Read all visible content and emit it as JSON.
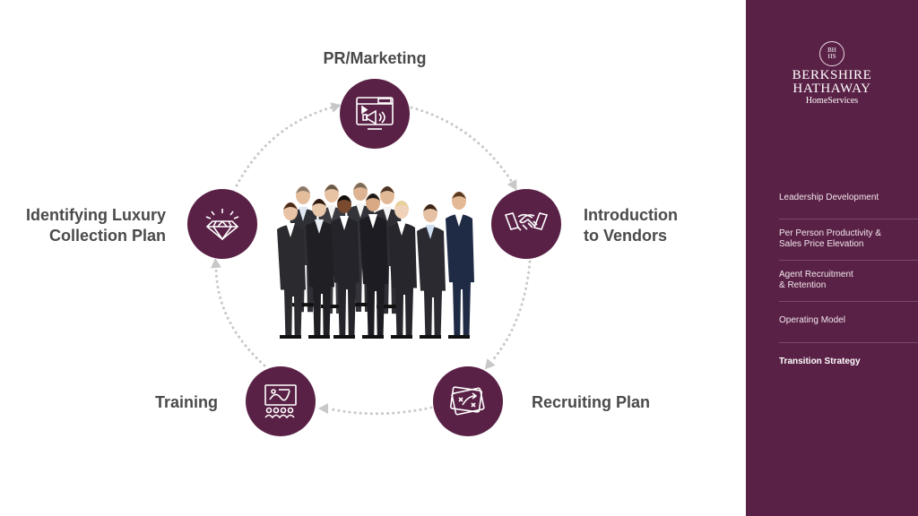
{
  "cycle": {
    "nodes": [
      {
        "label": "PR/Marketing",
        "icon": "video-marketing-icon"
      },
      {
        "label": "Introduction\nto Vendors",
        "icon": "handshake-icon"
      },
      {
        "label": "Recruiting Plan",
        "icon": "strategy-board-icon"
      },
      {
        "label": "Training",
        "icon": "presentation-training-icon"
      },
      {
        "label": "Identifying Luxury\nCollection Plan",
        "icon": "diamond-icon"
      }
    ],
    "center_image": "business-team-photo",
    "accent_color": "#5a2146",
    "text_color": "#4a4a4a",
    "arrow_color": "#c8c8c8"
  },
  "sidebar": {
    "logo": {
      "seal_text": "BH\nHS",
      "line1": "BERKSHIRE",
      "line2": "HATHAWAY",
      "line3": "HomeServices"
    },
    "items": [
      {
        "label": "Leadership Development",
        "active": false
      },
      {
        "label": "Per Person Productivity &\nSales Price Elevation",
        "active": false
      },
      {
        "label": "Agent Recruitment\n& Retention",
        "active": false
      },
      {
        "label": "Operating Model",
        "active": false
      },
      {
        "label": "Transition Strategy",
        "active": true
      }
    ],
    "background_color": "#5a2146"
  }
}
